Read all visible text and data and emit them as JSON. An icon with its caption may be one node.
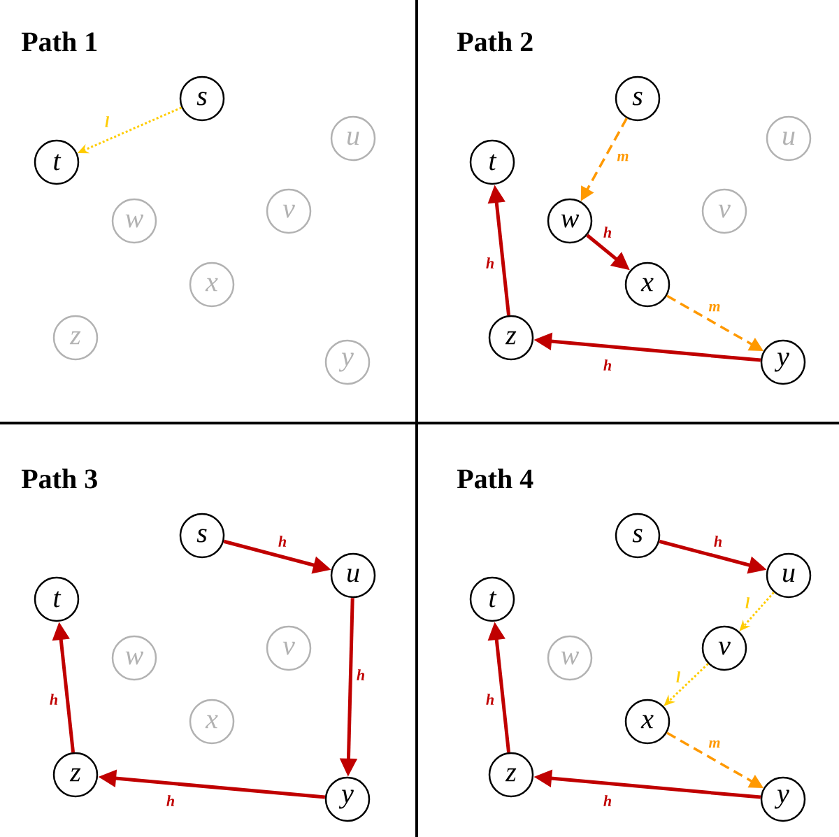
{
  "diagram": {
    "nodes": [
      {
        "text": [
          "s"
        ]
      },
      {
        "text": [
          "t"
        ]
      },
      {
        "text": [
          "u"
        ]
      },
      {
        "text": [
          "v"
        ]
      },
      {
        "text": [
          "w"
        ]
      },
      {
        "text": [
          "x"
        ]
      },
      {
        "text": [
          "y"
        ]
      },
      {
        "text": [
          "z"
        ]
      },
      {
        "text": [
          "s"
        ]
      },
      {
        "text": [
          "t"
        ]
      },
      {
        "text": [
          "u"
        ]
      },
      {
        "text": [
          "v"
        ]
      },
      {
        "text": [
          "w"
        ]
      },
      {
        "text": [
          "x"
        ]
      },
      {
        "text": [
          "y"
        ]
      },
      {
        "text": [
          "z"
        ]
      },
      {
        "text": [
          "s"
        ]
      },
      {
        "text": [
          "t"
        ]
      },
      {
        "text": [
          "u"
        ]
      },
      {
        "text": [
          "v"
        ]
      },
      {
        "text": [
          "w"
        ]
      },
      {
        "text": [
          "x"
        ]
      },
      {
        "text": [
          "y"
        ]
      },
      {
        "text": [
          "z"
        ]
      },
      {
        "text": [
          "s"
        ]
      },
      {
        "text": [
          "t"
        ]
      },
      {
        "text": [
          "u"
        ]
      },
      {
        "text": [
          "v"
        ]
      },
      {
        "text": [
          "w"
        ]
      },
      {
        "text": [
          "x"
        ]
      },
      {
        "text": [
          "y"
        ]
      },
      {
        "text": [
          "z"
        ]
      }
    ],
    "edges": [
      {
        "from": 0,
        "to": 1,
        "arrow": "to",
        "label": "l",
        "style": "dashed",
        "color": "#ffcc00"
      },
      {
        "from": 8,
        "to": 12,
        "arrow": "to",
        "label": "m",
        "style": "dashed",
        "color": "#ff9900"
      },
      {
        "from": 12,
        "to": 13,
        "arrow": "to",
        "label": "h"
      },
      {
        "from": 13,
        "to": 14,
        "arrow": "to",
        "label": "m",
        "style": "dashed",
        "color": "#ff9900"
      },
      {
        "from": 14,
        "to": 15,
        "arrow": "to",
        "label": "h"
      },
      {
        "from": 15,
        "to": 9,
        "arrow": "to",
        "label": "h"
      },
      {
        "from": 16,
        "to": 18,
        "arrow": "to",
        "label": "h"
      },
      {
        "from": 18,
        "to": 22,
        "arrow": "to",
        "label": "h"
      },
      {
        "from": 22,
        "to": 23,
        "arrow": "to",
        "label": "h"
      },
      {
        "from": 23,
        "to": 17,
        "arrow": "to",
        "label": "h"
      },
      {
        "from": 24,
        "to": 26,
        "arrow": "to",
        "label": "h"
      },
      {
        "from": 26,
        "to": 27,
        "arrow": "to",
        "label": "l",
        "style": "dashed",
        "color": "#ffcc00"
      },
      {
        "from": 27,
        "to": 29,
        "arrow": "to",
        "label": "l",
        "style": "dashed",
        "color": "#ffcc00"
      },
      {
        "from": 29,
        "to": 30,
        "arrow": "to",
        "label": "m",
        "style": "dashed",
        "color": "#ff9900"
      },
      {
        "from": 30,
        "to": 31,
        "arrow": "to",
        "label": "h"
      },
      {
        "from": 31,
        "to": 25,
        "arrow": "to",
        "label": "h"
      }
    ],
    "labels": [
      "Path 1",
      "Path 2",
      "Path 3",
      "Path 4"
    ]
  }
}
